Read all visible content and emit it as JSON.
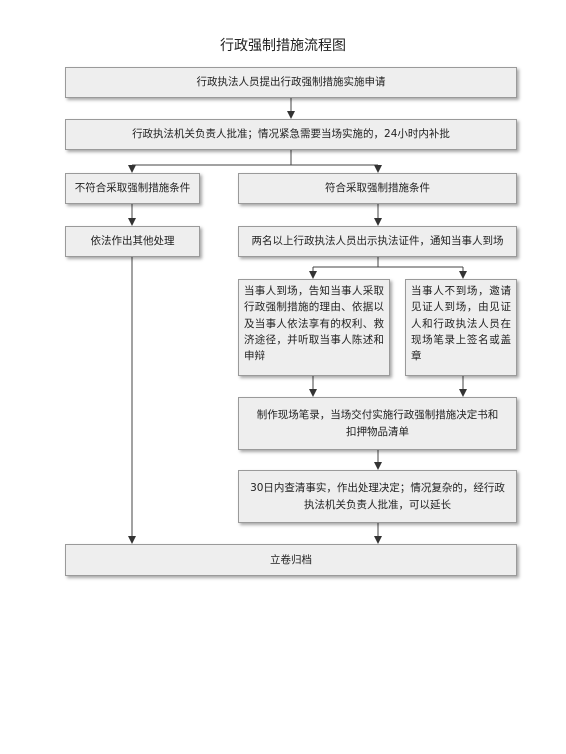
{
  "title": "行政强制措施流程图",
  "nodes": {
    "apply": "行政执法人员提出行政强制措施实施申请",
    "approve": "行政执法机关负责人批准；情况紧急需要当场实施的，24小时内补批",
    "not_meet": "不符合采取强制措施条件",
    "meet": "符合采取强制措施条件",
    "other": "依法作出其他处理",
    "notify": "两名以上行政执法人员出示执法证件，通知当事人到场",
    "present": "当事人到场，告知当事人采取行政强制措施的理由、依据以及当事人依法享有的权利、救济途径，并听取当事人陈述和申辩",
    "absent": "当事人不到场，邀请见证人到场，由见证人和行政执法人员在现场笔录上签名或盖章",
    "record": "制作现场笔录，当场交付实施行政强制措施决定书和扣押物品清单",
    "decide": "30日内查清事实，作出处理决定；情况复杂的，经行政执法机关负责人批准，可以延长",
    "archive": "立卷归档"
  }
}
